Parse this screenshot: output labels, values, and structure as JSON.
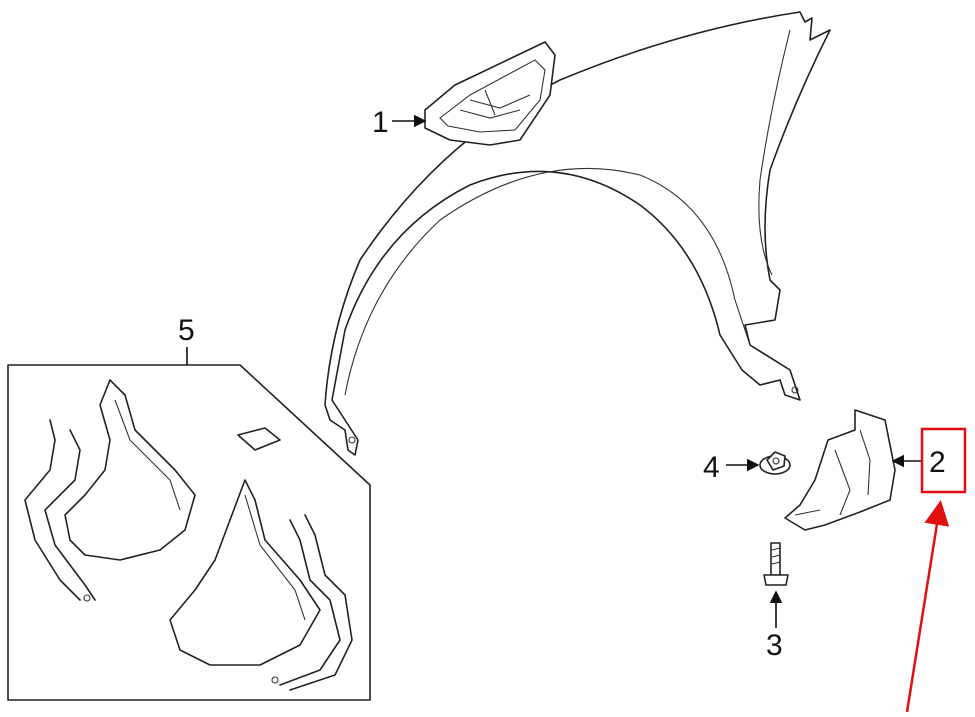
{
  "diagram": {
    "callouts": [
      {
        "id": "1",
        "label": "1"
      },
      {
        "id": "2",
        "label": "2"
      },
      {
        "id": "3",
        "label": "3"
      },
      {
        "id": "4",
        "label": "4"
      },
      {
        "id": "5",
        "label": "5"
      }
    ],
    "highlight_color": "#e01010",
    "highlighted_callout": "2"
  }
}
